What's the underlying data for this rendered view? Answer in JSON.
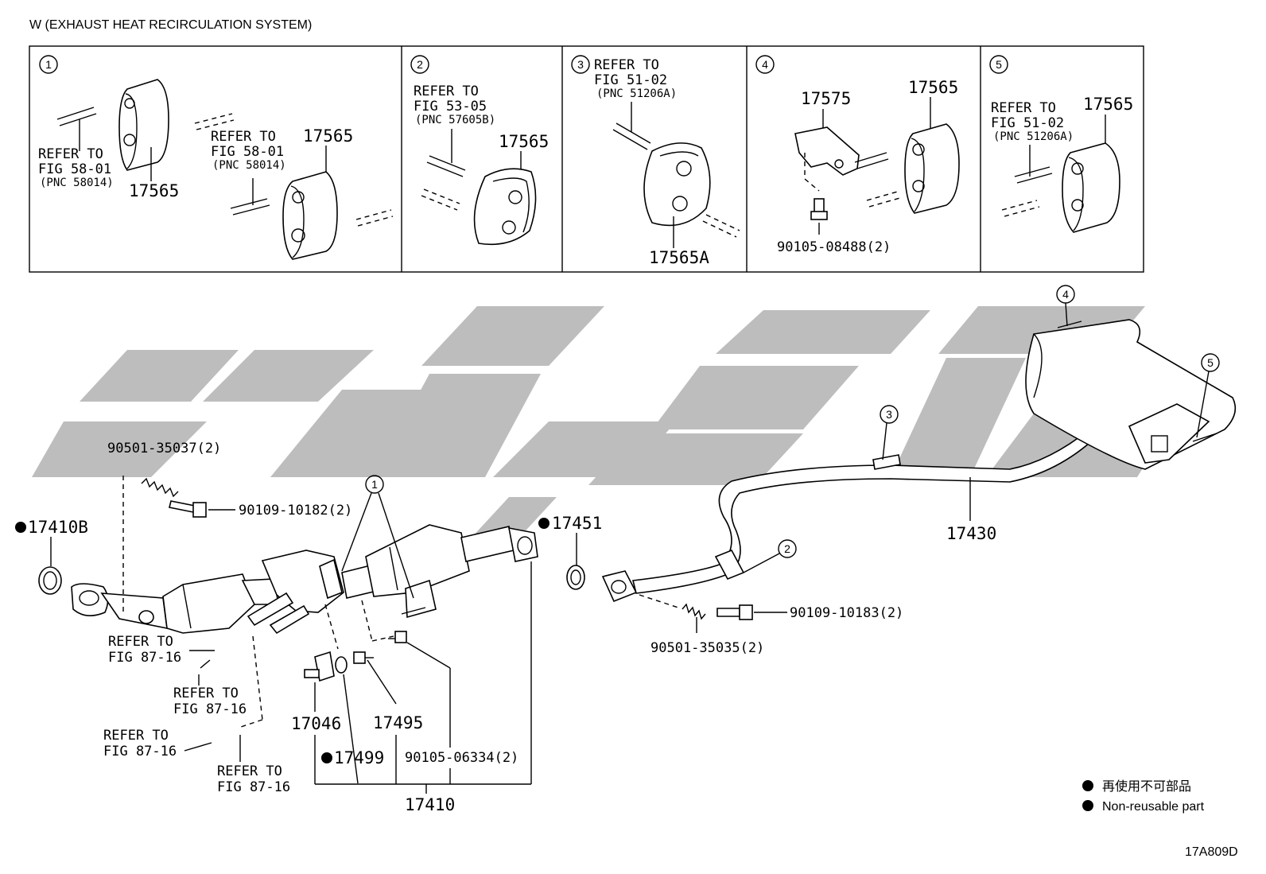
{
  "header": {
    "title": "W (EXHAUST HEAT RECIRCULATION SYSTEM)"
  },
  "panels": {
    "p1": {
      "number": "1",
      "ref_a": [
        "REFER TO",
        "FIG 58-01",
        "(PNC 58014)"
      ],
      "part_a": "17565",
      "ref_b": [
        "REFER TO",
        "FIG 58-01",
        "(PNC 58014)"
      ],
      "part_b": "17565"
    },
    "p2": {
      "number": "2",
      "ref": [
        "REFER TO",
        "FIG 53-05",
        "(PNC 57605B)"
      ],
      "part": "17565"
    },
    "p3": {
      "number": "3",
      "ref": [
        "REFER TO",
        "FIG 51-02",
        "(PNC 51206A)"
      ],
      "part": "17565A"
    },
    "p4": {
      "number": "4",
      "part_bracket": "17575",
      "part_hanger": "17565",
      "bolt": "90105-08488(2)"
    },
    "p5": {
      "number": "5",
      "ref": [
        "REFER TO",
        "FIG 51-02",
        "(PNC 51206A)"
      ],
      "part": "17565"
    }
  },
  "labels": {
    "l_90501_35037": "90501-35037(2)",
    "l_90109_10182": "90109-10182(2)",
    "l_17410B": "17410B",
    "l_17451": "17451",
    "l_17430": "17430",
    "l_90109_10183": "90109-10183(2)",
    "l_90501_35035": "90501-35035(2)",
    "l_17046": "17046",
    "l_17495": "17495",
    "l_17499": "17499",
    "l_90105_06334": "90105-06334(2)",
    "l_17410": "17410",
    "refer_to": "REFER TO",
    "fig_87_16": "FIG 87-16"
  },
  "callouts": {
    "c1": "1",
    "c2": "2",
    "c3": "3",
    "c4": "4",
    "c5": "5"
  },
  "legend": {
    "jp": "再使用不可部品",
    "en": "Non-reusable part"
  },
  "figure_code": "17A809D"
}
